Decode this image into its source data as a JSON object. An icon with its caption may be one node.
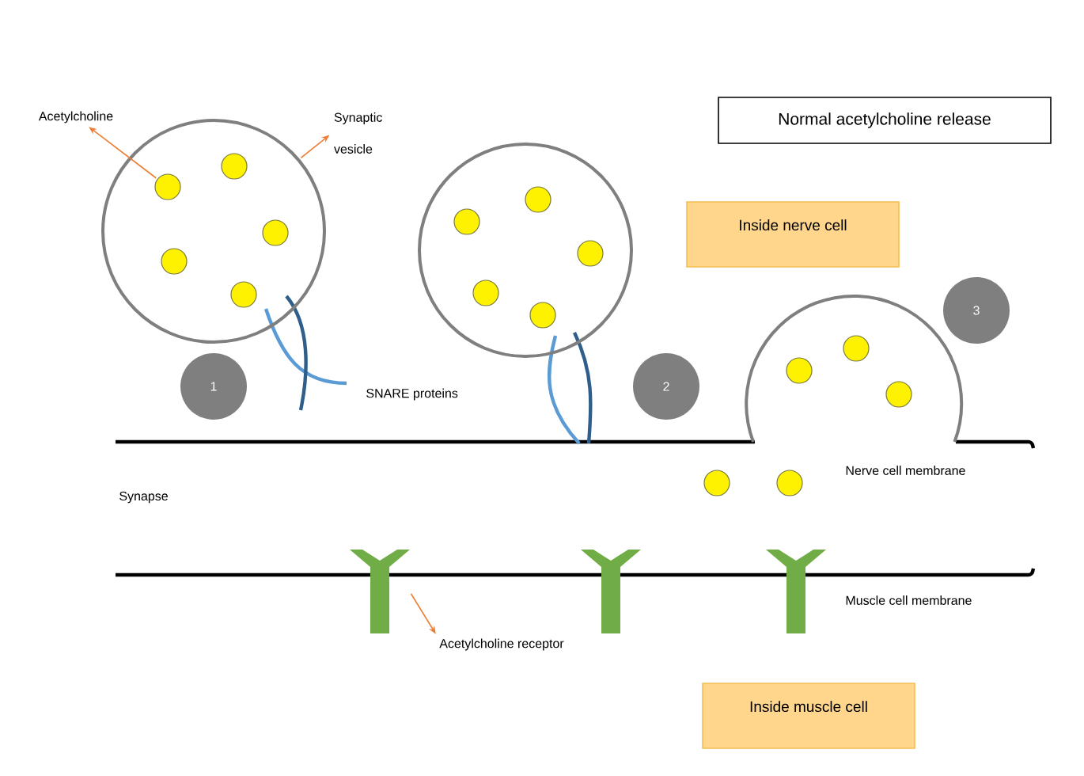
{
  "diagram": {
    "title": "Normal acetylcholine release",
    "nodes": [
      {
        "text": [
          "Acetylcholine"
        ]
      },
      {
        "text": [
          "Synaptic vesicle"
        ]
      },
      {
        "text": [],
        "shape": "circle"
      },
      {
        "text": [],
        "shape": "circle",
        "in": 2
      },
      {
        "text": [],
        "shape": "circle",
        "in": 2
      },
      {
        "text": [],
        "shape": "circle",
        "in": 2
      },
      {
        "text": [],
        "shape": "circle",
        "in": 2
      },
      {
        "text": [],
        "shape": "circle",
        "in": 2
      },
      {
        "text": [],
        "shape": "circle"
      },
      {
        "text": [],
        "shape": "circle",
        "in": 8
      },
      {
        "text": [],
        "shape": "circle",
        "in": 8
      },
      {
        "text": [],
        "shape": "circle",
        "in": 8
      },
      {
        "text": [],
        "shape": "circle",
        "in": 8
      },
      {
        "text": [],
        "shape": "circle",
        "in": 8
      },
      {
        "text": [
          "Inside nerve cell"
        ]
      },
      {
        "text": [
          "1"
        ]
      },
      {
        "text": [
          "2"
        ]
      },
      {
        "text": [
          "3"
        ]
      },
      {
        "text": [],
        "shape": "arc"
      },
      {
        "text": [],
        "shape": "circle",
        "in": 18
      },
      {
        "text": [],
        "shape": "circle",
        "in": 18
      },
      {
        "text": [],
        "shape": "circle",
        "in": 18
      },
      {
        "text": [],
        "shape": "circle"
      },
      {
        "text": [],
        "shape": "circle"
      },
      {
        "text": [],
        "shape": "receptor"
      },
      {
        "text": [],
        "shape": "receptor"
      },
      {
        "text": [],
        "shape": "receptor"
      },
      {
        "text": [
          "Acetylcholine receptor"
        ]
      },
      {
        "text": [
          "Inside muscle cell"
        ]
      }
    ],
    "edges": [
      {
        "from": 3,
        "to": 0,
        "arrow": "to"
      },
      {
        "from": 2,
        "to": 1,
        "arrow": "to"
      },
      {
        "from": 24,
        "to": 27,
        "arrow": "to"
      }
    ],
    "labels": [
      "SNARE proteins",
      "Synapse",
      "Nerve cell membrane",
      "Muscle cell membrane"
    ]
  }
}
